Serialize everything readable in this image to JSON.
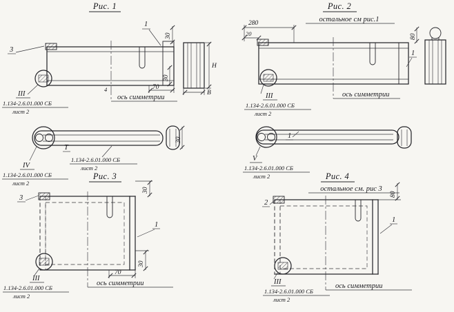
{
  "fig1": {
    "title": "Рис. 1",
    "callout_1": "1",
    "callout_3": "3",
    "callout_4": "4",
    "dim_top_30": "30",
    "dim_right_30": "30",
    "dim_70": "70",
    "dim_H": "Н",
    "dim_B": "В",
    "detail_label": "III",
    "doc": "1.134-2.6.01.000 СБ",
    "sheet": "лист 2",
    "axis": "ось симметрии"
  },
  "fig1_plan": {
    "section_label": "Т",
    "doc_right": "1.134-2.6.01.000 СБ",
    "sheet_right": "лист 2",
    "detail_label": "IV",
    "doc": "1.134-2.6.01.000 СБ",
    "sheet": "лист 2",
    "dim_30": "30"
  },
  "fig2": {
    "title": "Рис. 2",
    "note": "остальное см рис.1",
    "dim_280": "280",
    "dim_20": "20",
    "dim_80": "80",
    "callout_1": "1",
    "detail_label": "III",
    "doc": "1.134-2.6.01.000 СБ",
    "sheet": "лист 2",
    "axis": "ось симметрии"
  },
  "fig2_plan": {
    "callout_1": "1",
    "detail_label": "V",
    "doc": "1.134-2.6.01.000 СБ",
    "sheet": "лист 2"
  },
  "fig3": {
    "title": "Рис. 3",
    "dim_top_30": "30",
    "callout_3": "3",
    "callout_1": "1",
    "dim_70": "70",
    "dim_right_30": "30",
    "detail_label": "III",
    "doc": "1.134-2.6.01.000 СБ",
    "sheet": "лист 2",
    "axis": "ось симметрии"
  },
  "fig4": {
    "title": "Рис. 4",
    "note": "остальное см. рис 3",
    "dim_80": "80",
    "callout_2": "2",
    "callout_1": "1",
    "detail_label": "III",
    "doc": "1.134-2.6.01.000 СБ",
    "sheet": "лист 2",
    "axis": "ось симметрии"
  }
}
